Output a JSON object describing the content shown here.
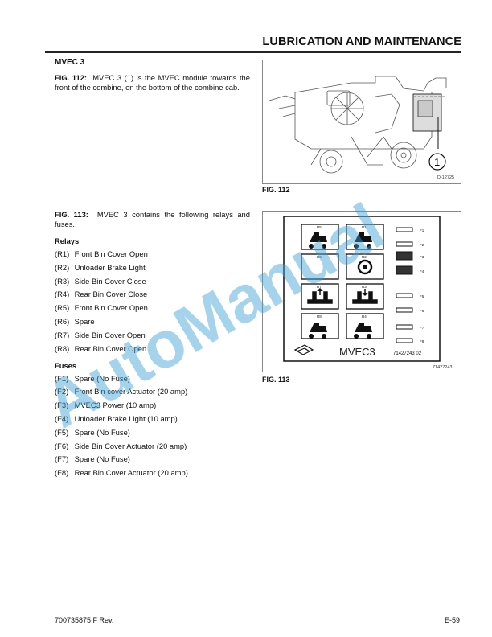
{
  "header": {
    "title": "LUBRICATION AND MAINTENANCE"
  },
  "section": {
    "title": "MVEC 3"
  },
  "fig112_text": {
    "label": "FIG. 112:",
    "body": "MVEC 3 (1) is the MVEC module towards the front of the combine, on the bottom of the combine cab."
  },
  "fig113_text": {
    "label": "FIG. 113:",
    "body": "MVEC 3 contains the following relays and fuses."
  },
  "relays": {
    "title": "Relays",
    "items": [
      {
        "code": "(R1)",
        "label": "Front Bin Cover Open"
      },
      {
        "code": "(R2)",
        "label": "Unloader Brake Light"
      },
      {
        "code": "(R3)",
        "label": "Side Bin Cover Close"
      },
      {
        "code": "(R4)",
        "label": "Rear Bin Cover Close"
      },
      {
        "code": "(R5)",
        "label": "Front Bin Cover Open"
      },
      {
        "code": "(R6)",
        "label": "Spare"
      },
      {
        "code": "(R7)",
        "label": "Side Bin Cover Open"
      },
      {
        "code": "(R8)",
        "label": "Rear Bin Cover Open"
      }
    ]
  },
  "fuses": {
    "title": "Fuses",
    "items": [
      {
        "code": "(F1)",
        "label": "Spare (No Fuse)"
      },
      {
        "code": "(F2)",
        "label": "Front Bin cover Actuator (20 amp)"
      },
      {
        "code": "(F3)",
        "label": "MVEC3 Power (10 amp)"
      },
      {
        "code": "(F4)",
        "label": "Unloader Brake Light (10 amp)"
      },
      {
        "code": "(F5)",
        "label": "Spare (No Fuse)"
      },
      {
        "code": "(F6)",
        "label": "Side Bin Cover Actuator (20 amp)"
      },
      {
        "code": "(F7)",
        "label": "Spare (No Fuse)"
      },
      {
        "code": "(F8)",
        "label": "Rear Bin Cover Actuator (20 amp)"
      }
    ]
  },
  "figure112": {
    "caption": "FIG. 112",
    "image_id": "D-12725",
    "callout": "1"
  },
  "figure113": {
    "caption": "FIG. 113",
    "image_id": "71427243",
    "panel_label": "MVEC3",
    "part_number": "71427243 02",
    "relay_slots": [
      "R5",
      "R1",
      "R6",
      "R2",
      "R7",
      "R3",
      "R8",
      "R4"
    ],
    "fuse_slots": [
      "F1",
      "F2",
      "F3",
      "F4",
      "F5",
      "F6",
      "F7",
      "F8"
    ]
  },
  "footer": {
    "doc_number": "700735875 F Rev.",
    "page": "E-59"
  },
  "watermark": {
    "text": "AutoManual"
  }
}
